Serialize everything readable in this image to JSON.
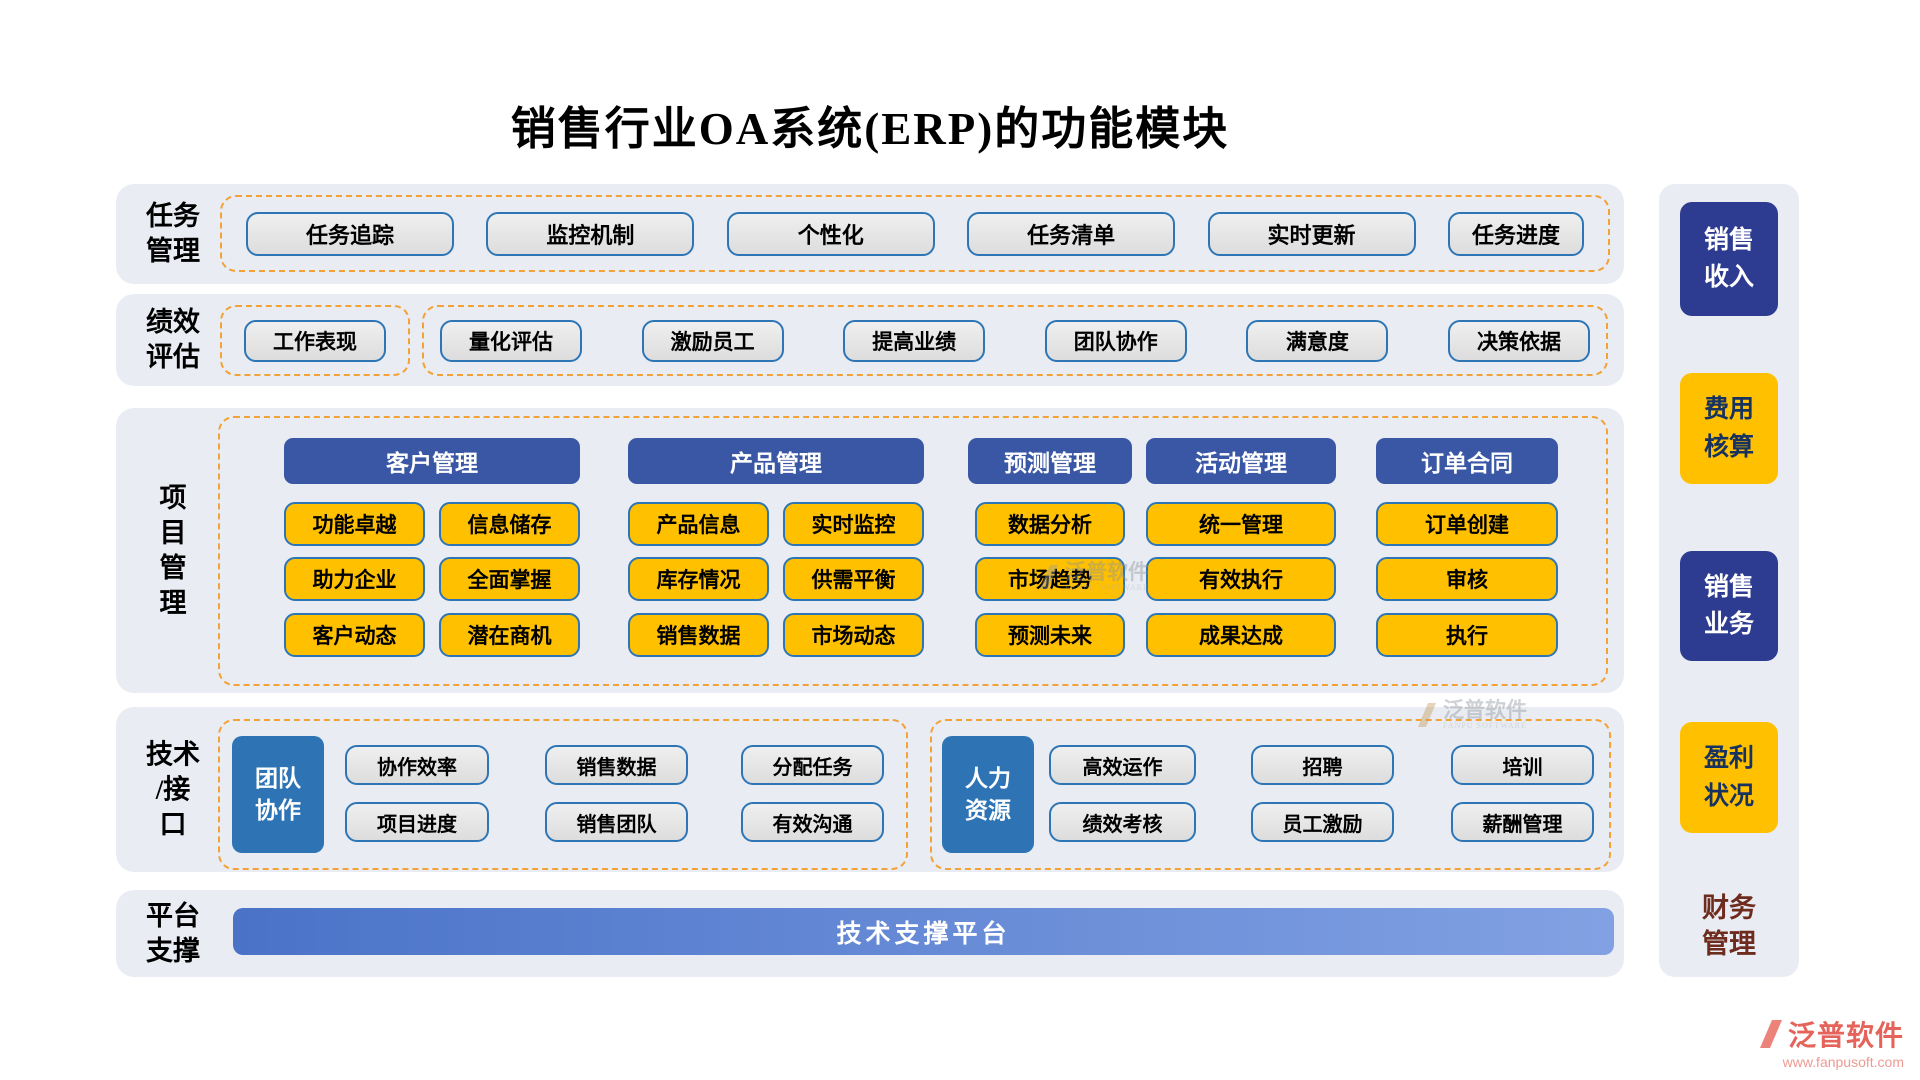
{
  "title": "销售行业OA系统(ERP)的功能模块",
  "task_band": {
    "label": "任务\n管理",
    "items": [
      "任务追踪",
      "监控机制",
      "个性化",
      "任务清单",
      "实时更新",
      "任务进度"
    ]
  },
  "perf_band": {
    "label": "绩效\n评估",
    "solo": "工作表现",
    "items": [
      "量化评估",
      "激励员工",
      "提高业绩",
      "团队协作",
      "满意度",
      "决策依据"
    ]
  },
  "project_band": {
    "label": "项\n目\n管\n理",
    "columns": [
      {
        "header": "客户管理",
        "cells": [
          [
            "功能卓越",
            "信息储存"
          ],
          [
            "助力企业",
            "全面掌握"
          ],
          [
            "客户动态",
            "潜在商机"
          ]
        ]
      },
      {
        "header": "产品管理",
        "cells": [
          [
            "产品信息",
            "实时监控"
          ],
          [
            "库存情况",
            "供需平衡"
          ],
          [
            "销售数据",
            "市场动态"
          ]
        ]
      },
      {
        "header": "预测管理",
        "cells": [
          [
            "数据分析"
          ],
          [
            "市场趋势"
          ],
          [
            "预测未来"
          ]
        ]
      },
      {
        "header": "活动管理",
        "cells": [
          [
            "统一管理"
          ],
          [
            "有效执行"
          ],
          [
            "成果达成"
          ]
        ]
      },
      {
        "header": "订单合同",
        "cells": [
          [
            "订单创建"
          ],
          [
            "审核"
          ],
          [
            "执行"
          ]
        ]
      }
    ]
  },
  "tech_band": {
    "label": "技术\n/接\n口",
    "groups": [
      {
        "box": "团队\n协作",
        "rows": [
          [
            "协作效率",
            "销售数据",
            "分配任务"
          ],
          [
            "项目进度",
            "销售团队",
            "有效沟通"
          ]
        ]
      },
      {
        "box": "人力\n资源",
        "rows": [
          [
            "高效运作",
            "招聘",
            "培训"
          ],
          [
            "绩效考核",
            "员工激励",
            "薪酬管理"
          ]
        ]
      }
    ]
  },
  "platform_band": {
    "label": "平台\n支撑",
    "bar": "技术支撑平台"
  },
  "sidebar": {
    "items": [
      "销售\n收入",
      "费用\n核算",
      "销售\n业务",
      "盈利\n状况"
    ],
    "footer": "财务\n管理"
  },
  "watermark": {
    "text": "泛普软件",
    "sub": "FANPU SOFTWARE"
  },
  "brand": {
    "name": "泛普软件",
    "url": "www.fanpusoft.com"
  },
  "colors": {
    "band_background": "#e9edf3",
    "dashed_outline": "#F2A237",
    "button_border_blue": "#2E75B6",
    "button_yellow": "#FFC000",
    "column_header_blue": "#3A57A5",
    "tech_box_blue": "#2E74B5",
    "sidebar_navy": "#2D3B90",
    "platform_bar_blue": "#4a73c8",
    "brand_red": "#E4635A"
  }
}
